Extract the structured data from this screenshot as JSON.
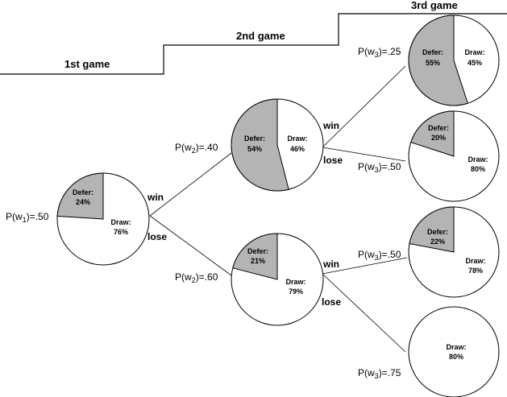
{
  "headers": {
    "game1": "1st game",
    "game2": "2nd game",
    "game3": "3rd game"
  },
  "colors": {
    "defer": "#b4b4b4",
    "draw": "#ffffff",
    "stroke": "#000000"
  },
  "edge_labels": {
    "g1_win": "win",
    "g1_lose": "lose",
    "g2a_win": "win",
    "g2a_lose": "lose",
    "g2b_win": "win",
    "g2b_lose": "lose"
  },
  "probabilities": {
    "g1": "P(w1)=.50",
    "g2_after_win": "P(w2)=.40",
    "g2_after_lose": "P(w2)=.60",
    "g3_win_win": "P(w3)=.25",
    "g3_win_lose": "P(w3)=.50",
    "g3_lose_win": "P(w3)=.50",
    "g3_lose_lose": "P(w3)=.75"
  },
  "pies": {
    "game1": {
      "defer_label": "Defer:",
      "defer_value": "24%",
      "draw_label": "Draw:",
      "draw_value": "76%",
      "defer_pct": 24
    },
    "game2_win": {
      "defer_label": "Defer:",
      "defer_value": "54%",
      "draw_label": "Draw:",
      "draw_value": "46%",
      "defer_pct": 54
    },
    "game2_lose": {
      "defer_label": "Defer:",
      "defer_value": "21%",
      "draw_label": "Draw:",
      "draw_value": "79%",
      "defer_pct": 21
    },
    "game3_ww": {
      "defer_label": "Defer:",
      "defer_value": "55%",
      "draw_label": "Draw:",
      "draw_value": "45%",
      "defer_pct": 55
    },
    "game3_wl": {
      "defer_label": "Defer:",
      "defer_value": "20%",
      "draw_label": "Draw:",
      "draw_value": "80%",
      "defer_pct": 20
    },
    "game3_lw": {
      "defer_label": "Defer:",
      "defer_value": "22%",
      "draw_label": "Draw:",
      "draw_value": "78%",
      "defer_pct": 22
    },
    "game3_ll": {
      "draw_label": "Draw:",
      "draw_value": "80%",
      "defer_pct": 0
    }
  }
}
